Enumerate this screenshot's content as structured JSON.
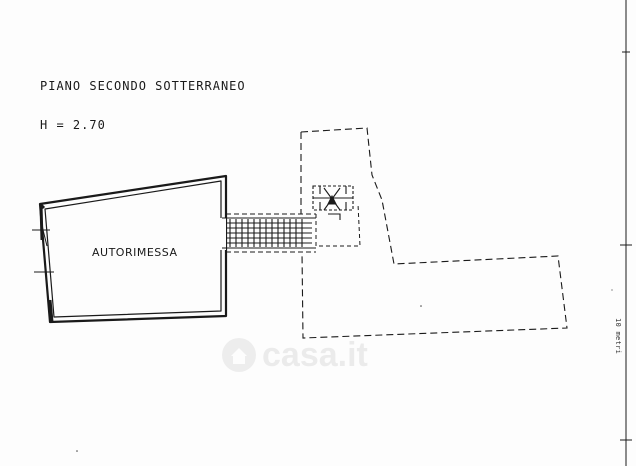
{
  "plan": {
    "floor_title": "PIANO SECONDO SOTTERRANEO",
    "height_label": "H = 2.70",
    "room_label": "AUTORIMESSA",
    "scale_label": "10 metri"
  },
  "watermark": {
    "text": "casa.it",
    "icon": "house-circle-icon"
  },
  "colors": {
    "line": "#1a1a1a",
    "paper": "#fdfdfd"
  }
}
